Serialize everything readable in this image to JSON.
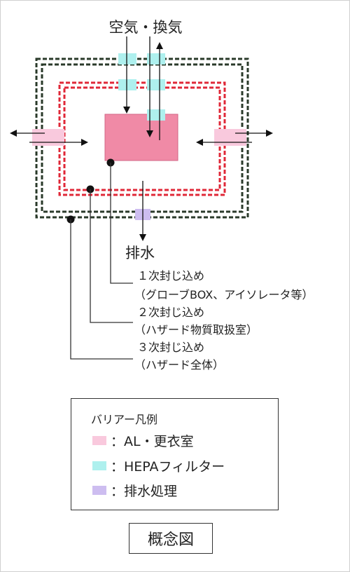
{
  "diagram": {
    "top_label": "空気・換気",
    "drain_label": "排水",
    "containment": [
      {
        "title": "１次封じ込め",
        "detail": "（グローブBOX、アイソレータ等）"
      },
      {
        "title": "２次封じ込め",
        "detail": "（ハザード物質取扱室）"
      },
      {
        "title": "３次封じ込め",
        "detail": "（ハザード全体）"
      }
    ]
  },
  "legend": {
    "title": "バリアー凡例",
    "items": [
      {
        "label": "：AL・更衣室",
        "color": "#f9c9dd"
      },
      {
        "label": "：HEPAフィルター",
        "color": "#aef0ee"
      },
      {
        "label": "：排水処理",
        "color": "#cdbdf0"
      }
    ]
  },
  "caption": "概念図",
  "colors": {
    "outer_barrier": "#2a3a2a",
    "inner_barrier": "#e02838",
    "core_box": "#f08aa6"
  }
}
